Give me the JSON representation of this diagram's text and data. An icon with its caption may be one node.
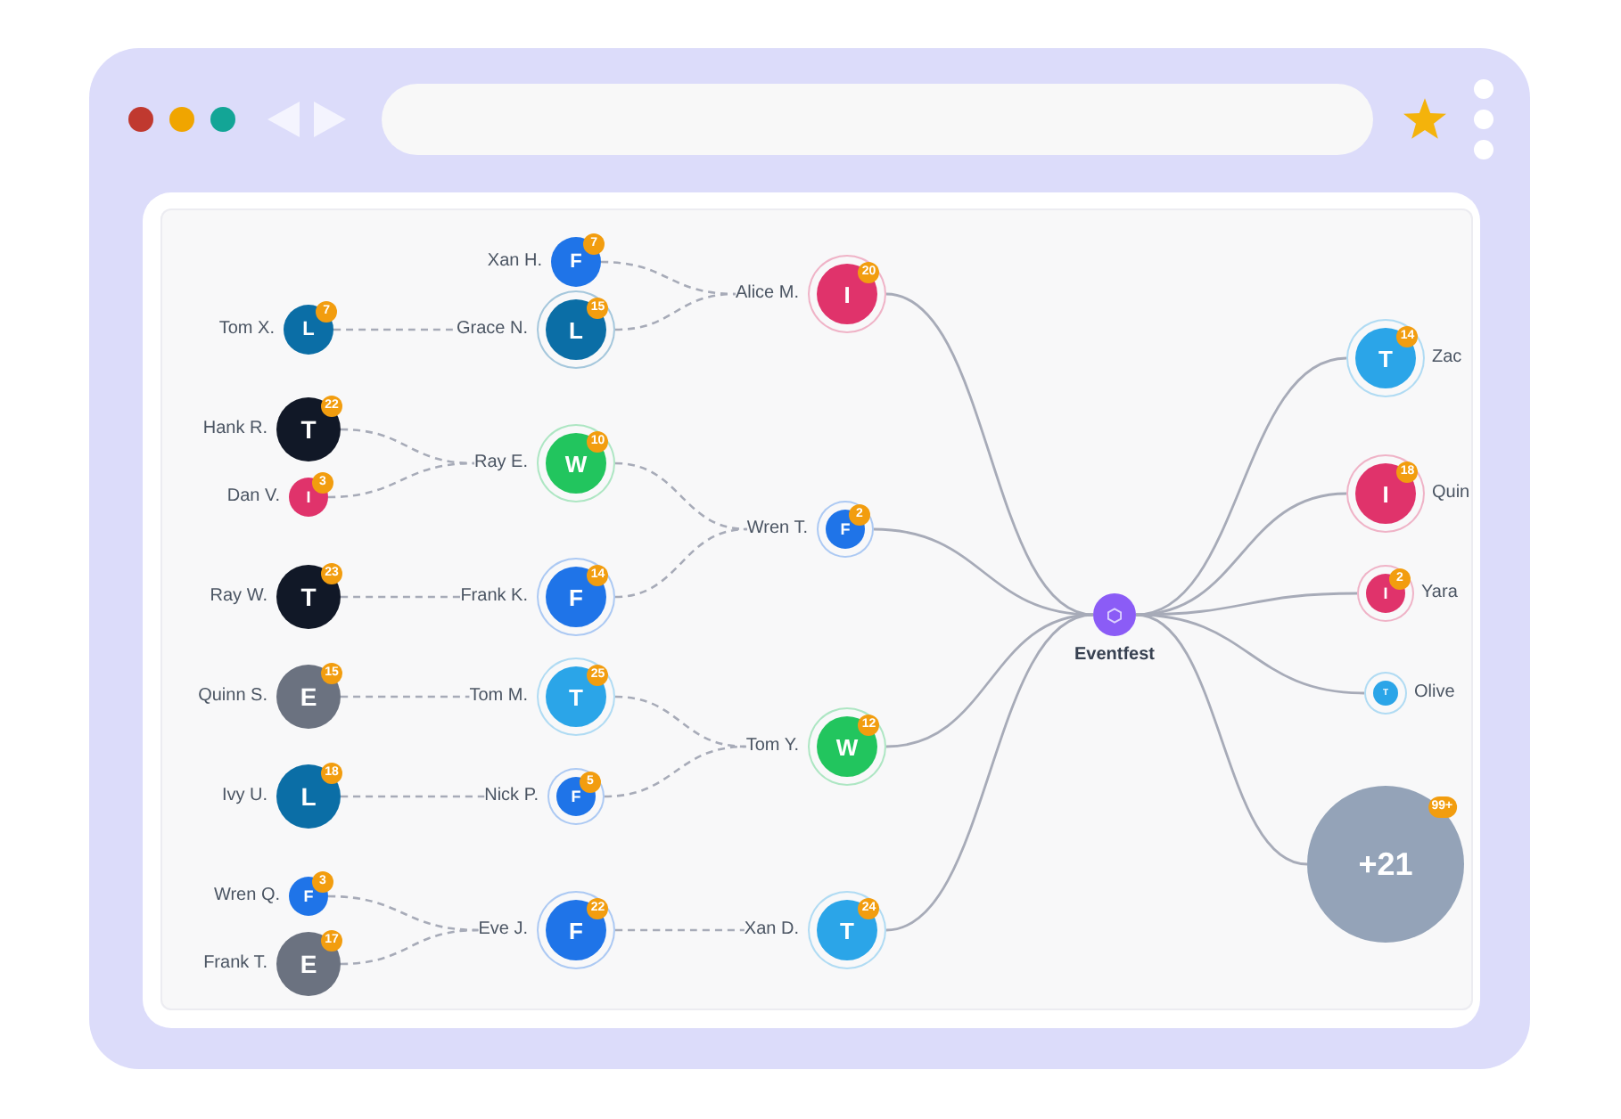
{
  "diagram": {
    "nodes": [
      {
        "text": [
          "L",
          "7"
        ],
        "beside": [
          "Tom X."
        ]
      },
      {
        "text": [
          "T",
          "22"
        ],
        "beside": [
          "Hank R."
        ]
      },
      {
        "text": [
          "I",
          "3"
        ],
        "beside": [
          "Dan V."
        ]
      },
      {
        "text": [
          "T",
          "23"
        ],
        "beside": [
          "Ray W."
        ]
      },
      {
        "text": [
          "E",
          "15"
        ],
        "beside": [
          "Quinn S."
        ]
      },
      {
        "text": [
          "L",
          "18"
        ],
        "beside": [
          "Ivy U."
        ]
      },
      {
        "text": [
          "F",
          "3"
        ],
        "beside": [
          "Wren Q."
        ]
      },
      {
        "text": [
          "E",
          "17"
        ],
        "beside": [
          "Frank T."
        ]
      },
      {
        "text": [
          "F",
          "7"
        ],
        "beside": [
          "Xan H."
        ]
      },
      {
        "text": [
          "L",
          "15"
        ],
        "beside": [
          "Grace N."
        ]
      },
      {
        "text": [
          "W",
          "10"
        ],
        "beside": [
          "Ray E."
        ]
      },
      {
        "text": [
          "F",
          "14"
        ],
        "beside": [
          "Frank K."
        ]
      },
      {
        "text": [
          "T",
          "25"
        ],
        "beside": [
          "Tom M."
        ]
      },
      {
        "text": [
          "F",
          "5"
        ],
        "beside": [
          "Nick P."
        ]
      },
      {
        "text": [
          "F",
          "22"
        ],
        "beside": [
          "Eve J."
        ]
      },
      {
        "text": [
          "I",
          "20"
        ],
        "beside": [
          "Alice M."
        ]
      },
      {
        "text": [
          "F",
          "2"
        ],
        "beside": [
          "Wren T."
        ]
      },
      {
        "text": [
          "W",
          "12"
        ],
        "beside": [
          "Tom Y."
        ]
      },
      {
        "text": [
          "T",
          "24"
        ],
        "beside": [
          "Xan D."
        ]
      },
      {
        "text": [],
        "shape": "circle",
        "beside": [
          "Eventfest"
        ]
      },
      {
        "text": [
          "T",
          "14"
        ],
        "beside": [
          "Zac"
        ]
      },
      {
        "text": [
          "I",
          "18"
        ],
        "beside": [
          "Quin"
        ]
      },
      {
        "text": [
          "I",
          "2"
        ],
        "beside": [
          "Yara"
        ]
      },
      {
        "text": [
          "T"
        ],
        "beside": [
          "Olive"
        ]
      },
      {
        "text": [
          "+21",
          "99+"
        ]
      }
    ],
    "edges": [
      {
        "from": 0,
        "to": 9,
        "arrow": "none",
        "style": "dashed"
      },
      {
        "from": 1,
        "to": 10,
        "arrow": "none",
        "style": "dashed"
      },
      {
        "from": 2,
        "to": 10,
        "arrow": "none",
        "style": "dashed"
      },
      {
        "from": 3,
        "to": 11,
        "arrow": "none",
        "style": "dashed"
      },
      {
        "from": 4,
        "to": 12,
        "arrow": "none",
        "style": "dashed"
      },
      {
        "from": 5,
        "to": 13,
        "arrow": "none",
        "style": "dashed"
      },
      {
        "from": 6,
        "to": 14,
        "arrow": "none",
        "style": "dashed"
      },
      {
        "from": 7,
        "to": 14,
        "arrow": "none",
        "style": "dashed"
      },
      {
        "from": 8,
        "to": 15,
        "arrow": "none",
        "style": "dashed"
      },
      {
        "from": 9,
        "to": 15,
        "arrow": "none",
        "style": "dashed"
      },
      {
        "from": 10,
        "to": 16,
        "arrow": "none",
        "style": "dashed"
      },
      {
        "from": 11,
        "to": 16,
        "arrow": "none",
        "style": "dashed"
      },
      {
        "from": 12,
        "to": 17,
        "arrow": "none",
        "style": "dashed"
      },
      {
        "from": 13,
        "to": 17,
        "arrow": "none",
        "style": "dashed"
      },
      {
        "from": 14,
        "to": 18,
        "arrow": "none",
        "style": "dashed"
      },
      {
        "from": 15,
        "to": 19,
        "arrow": "none"
      },
      {
        "from": 16,
        "to": 19,
        "arrow": "none"
      },
      {
        "from": 17,
        "to": 19,
        "arrow": "none"
      },
      {
        "from": 18,
        "to": 19,
        "arrow": "none"
      },
      {
        "from": 19,
        "to": 20,
        "arrow": "none"
      },
      {
        "from": 19,
        "to": 21,
        "arrow": "none"
      },
      {
        "from": 19,
        "to": 22,
        "arrow": "none"
      },
      {
        "from": 19,
        "to": 23,
        "arrow": "none"
      },
      {
        "from": 19,
        "to": 24,
        "arrow": "none"
      }
    ]
  }
}
